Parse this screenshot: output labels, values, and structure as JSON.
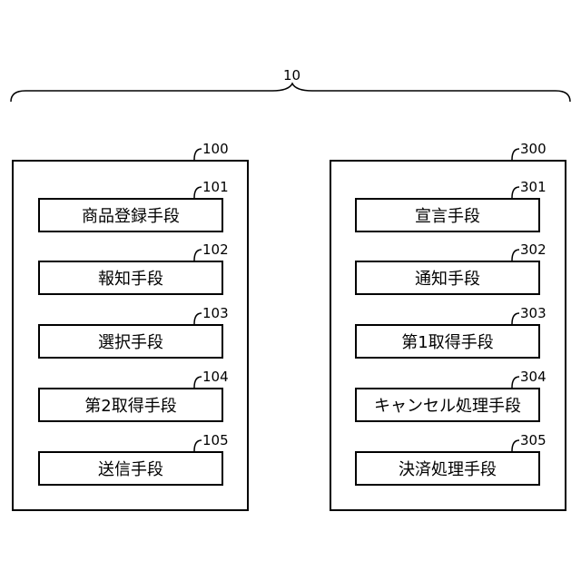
{
  "system_label": "10",
  "left_group": {
    "label": "100",
    "items": [
      {
        "label": "101",
        "text": "商品登録手段"
      },
      {
        "label": "102",
        "text": "報知手段"
      },
      {
        "label": "103",
        "text": "選択手段"
      },
      {
        "label": "104",
        "text": "第2取得手段"
      },
      {
        "label": "105",
        "text": "送信手段"
      }
    ]
  },
  "right_group": {
    "label": "300",
    "items": [
      {
        "label": "301",
        "text": "宣言手段"
      },
      {
        "label": "302",
        "text": "通知手段"
      },
      {
        "label": "303",
        "text": "第1取得手段"
      },
      {
        "label": "304",
        "text": "キャンセル処理手段"
      },
      {
        "label": "305",
        "text": "決済処理手段"
      }
    ]
  }
}
